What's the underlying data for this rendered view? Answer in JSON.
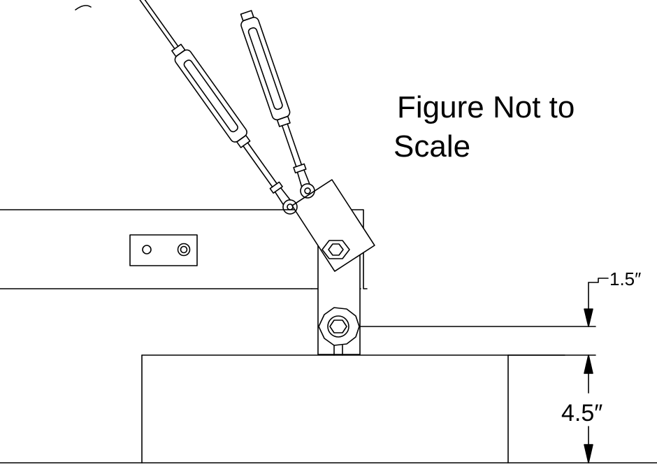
{
  "figure_note_line1": "Figure Not to",
  "figure_note_line2": "Scale",
  "dimension_top": "1.5″",
  "dimension_bottom": "4.5″",
  "colors": {
    "ink": "#000000",
    "paper": "#ffffff"
  }
}
